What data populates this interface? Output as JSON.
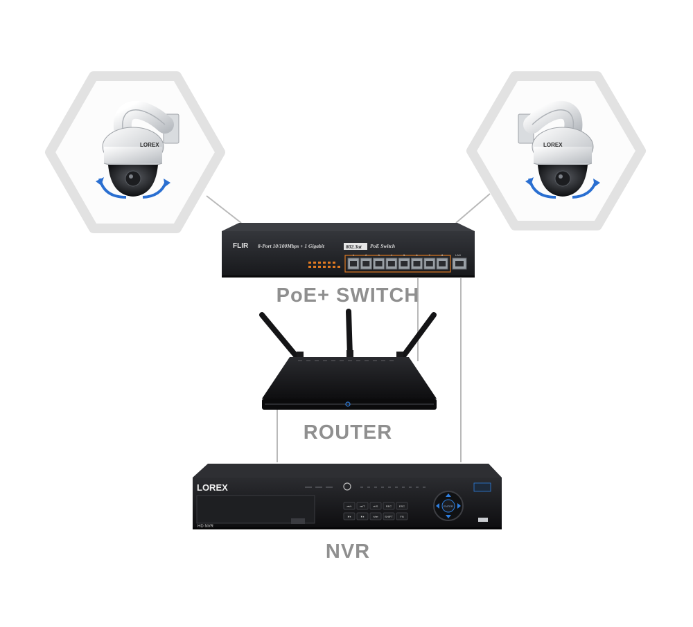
{
  "labels": {
    "switch": "PoE+ SWITCH",
    "router": "ROUTER",
    "nvr": "NVR"
  },
  "switch_device": {
    "brand": "FLIR",
    "model_text": "8-Port 10/100Mbps + 1 Gigabit",
    "standard_badge": "802.3at",
    "suffix": "PoE Switch",
    "port_numbers": [
      "1",
      "2",
      "3",
      "4",
      "5",
      "6",
      "7",
      "8"
    ],
    "uplink_label": "LAN"
  },
  "cameras": [
    {
      "brand": "LOREX"
    },
    {
      "brand": "LOREX"
    }
  ],
  "nvr_device": {
    "brand": "LOREX",
    "model_label": "HD NVR",
    "buttons_row1": [
      "⏮/⏸",
      "⏭/T",
      "⏯/S",
      "REC",
      "ESC"
    ],
    "buttons_row2": [
      "⏵/⏸",
      "⏵/⏸",
      "⏸/⏭",
      "SHIFT",
      "FN"
    ],
    "nav_center": "ENTER"
  },
  "colors": {
    "label": "#8f8f8f",
    "hexagon": "#e2e2e2",
    "wire": "#b9b9b9",
    "device_body": "#1c1d20",
    "port_led": "#e07a22",
    "rotate_arrow": "#2a6fd1",
    "nvr_accent": "#2f7fe0"
  }
}
